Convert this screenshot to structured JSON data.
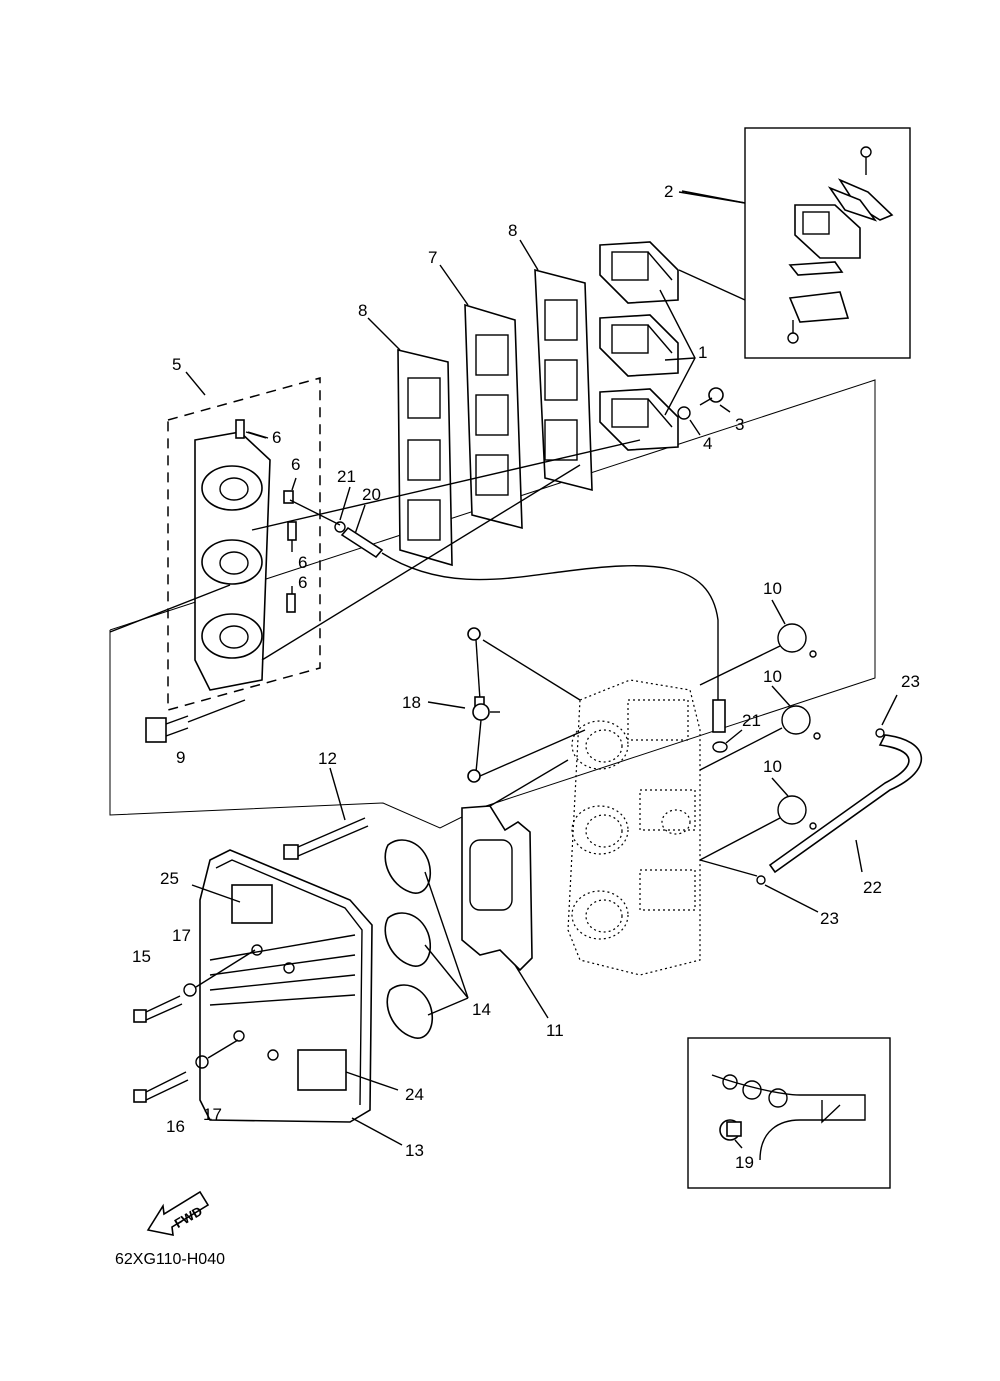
{
  "callouts": {
    "c1": "1",
    "c2": "2",
    "c3": "3",
    "c4": "4",
    "c5": "5",
    "c6a": "6",
    "c6b": "6",
    "c6c": "6",
    "c6d": "6",
    "c7": "7",
    "c8a": "8",
    "c8b": "8",
    "c9": "9",
    "c10a": "10",
    "c10b": "10",
    "c10c": "10",
    "c11": "11",
    "c12": "12",
    "c13": "13",
    "c14": "14",
    "c15": "15",
    "c16": "16",
    "c17a": "17",
    "c17b": "17",
    "c18": "18",
    "c19": "19",
    "c20": "20",
    "c21a": "21",
    "c21b": "21",
    "c22": "22",
    "c23a": "23",
    "c23b": "23",
    "c24": "24",
    "c25": "25"
  },
  "fwd_label": "FWD",
  "diagram_code": "62XG110-H040"
}
